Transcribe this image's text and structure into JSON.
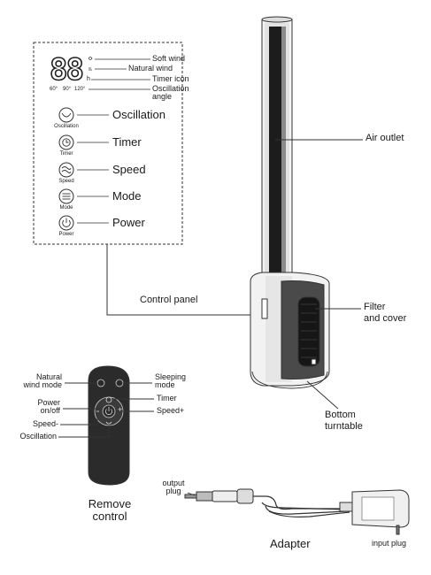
{
  "display": {
    "digits": "88",
    "angles": [
      "60°",
      "90°",
      "120°"
    ],
    "icons": [
      "soft-wind-icon",
      "natural-wind-icon",
      "timer-h-icon"
    ]
  },
  "panel_labels": {
    "soft_wind": "Soft wind",
    "natural_wind": "Natural wind",
    "timer_icon": "Timer icon",
    "oscillation_angle": "Oscillation\nangle"
  },
  "buttons": [
    {
      "icon": "oscillation-icon",
      "caption": "Oscillation",
      "label": "Oscillation"
    },
    {
      "icon": "timer-icon",
      "caption": "Timer",
      "label": "Timer"
    },
    {
      "icon": "speed-icon",
      "caption": "Speed",
      "label": "Speed"
    },
    {
      "icon": "mode-icon",
      "caption": "Mode",
      "label": "Mode"
    },
    {
      "icon": "power-icon",
      "caption": "Power",
      "label": "Power"
    }
  ],
  "fan_labels": {
    "air_outlet": "Air outlet",
    "control_panel": "Control panel",
    "filter_cover": "Filter\nand cover",
    "bottom_turntable": "Bottom\nturntable"
  },
  "remote_labels": {
    "natural_wind_mode": "Natural\nwind mode",
    "sleeping_mode": "Sleeping\nmode",
    "power_onoff": "Power\non/off",
    "timer": "Timer",
    "speed_plus": "Speed+",
    "speed_minus": "Speed-",
    "oscillation": "Oscillation",
    "title": "Remove\ncontrol",
    "plus_glyph": "+"
  },
  "adapter_labels": {
    "output_plug": "output\nplug",
    "adapter": "Adapter",
    "input_plug": "input plug"
  }
}
